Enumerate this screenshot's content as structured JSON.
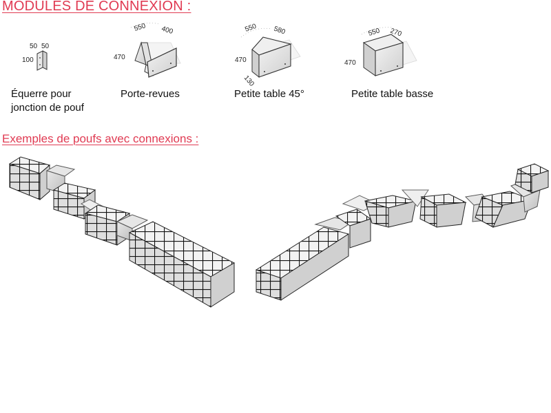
{
  "headings": {
    "modules": "MODULES DE CONNEXION :",
    "examples": "Exemples de poufs avec connexions :"
  },
  "modules": [
    {
      "label_line1": "Équerre pour",
      "label_line2": "jonction de pouf",
      "dims": [
        "50",
        "50",
        "100"
      ]
    },
    {
      "label_line1": "Porte-revues",
      "dims": [
        "550",
        "400",
        "470"
      ]
    },
    {
      "label_line1": "Petite table 45°",
      "dims": [
        "550",
        "580",
        "470",
        "130"
      ]
    },
    {
      "label_line1": "Petite table basse",
      "dims": [
        "550",
        "270",
        "470"
      ]
    }
  ],
  "colors": {
    "heading": "#e03a52",
    "grid_line": "#111111",
    "panel": "#dcdcdc"
  }
}
